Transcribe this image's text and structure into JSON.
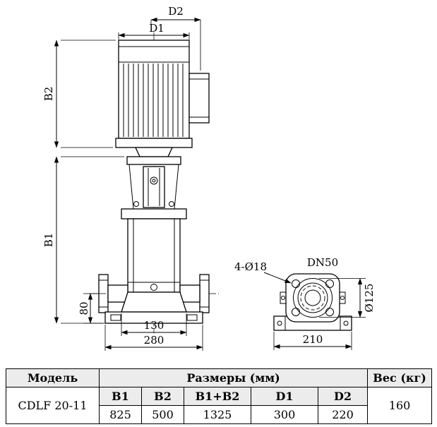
{
  "drawing": {
    "labels": {
      "d2": "D2",
      "d1": "D1",
      "b2": "B2",
      "b1": "B1",
      "dim_80": "80",
      "dim_130": "130",
      "dim_280": "280",
      "bolt_holes": "4-Ø18",
      "nominal_bore": "DN50",
      "flange_diameter": "Ø125",
      "dim_210": "210"
    }
  },
  "table": {
    "headers": {
      "model": "Модель",
      "dimensions": "Размеры (мм)",
      "weight": "Вес (кг)"
    },
    "sub_headers": [
      "B1",
      "B2",
      "B1+B2",
      "D1",
      "D2"
    ],
    "rows": [
      {
        "model": "CDLF 20-11",
        "values": [
          "825",
          "500",
          "1325",
          "300",
          "220"
        ],
        "weight": "160"
      }
    ]
  }
}
